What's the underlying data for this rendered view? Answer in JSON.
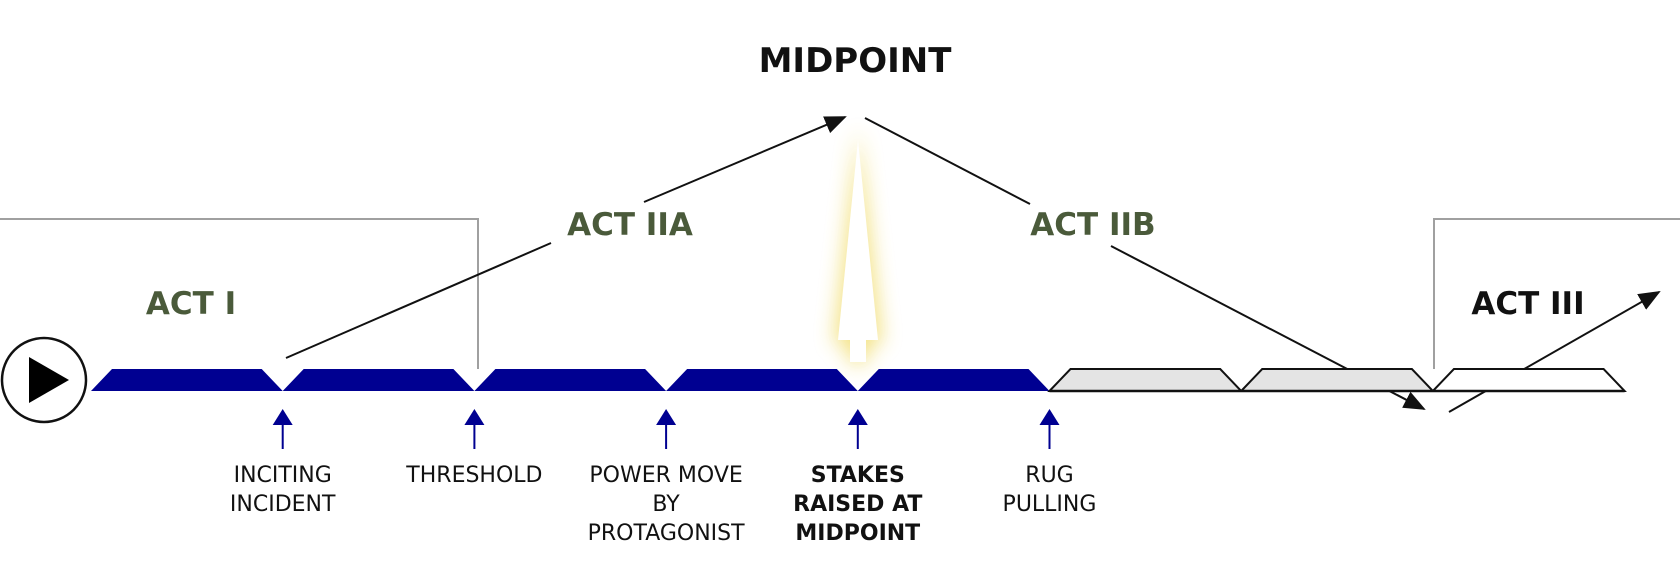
{
  "title": "MIDPOINT",
  "colors": {
    "timeline_fill": "#000091",
    "act_label": "#4a5a3a",
    "act_iii_label": "#111111",
    "future_segment_fill": "#e4e4e4",
    "bracket_line": "#a0a0a0",
    "glow": "#f3e07a",
    "text": "#111111"
  },
  "play_button": {
    "icon": "play-icon"
  },
  "acts": [
    {
      "id": "act-i",
      "label": "ACT I"
    },
    {
      "id": "act-iia",
      "label": "ACT IIA"
    },
    {
      "id": "act-iib",
      "label": "ACT IIB"
    },
    {
      "id": "act-iii",
      "label": "ACT III"
    }
  ],
  "timeline": {
    "segments": [
      {
        "state": "completed"
      },
      {
        "state": "completed"
      },
      {
        "state": "completed"
      },
      {
        "state": "completed"
      },
      {
        "state": "completed"
      },
      {
        "state": "upcoming"
      },
      {
        "state": "upcoming"
      },
      {
        "state": "final"
      }
    ]
  },
  "beats": [
    {
      "lines": [
        "INCITING",
        "INCIDENT"
      ],
      "bold": false
    },
    {
      "lines": [
        "THRESHOLD"
      ],
      "bold": false
    },
    {
      "lines": [
        "POWER MOVE",
        "BY",
        "PROTAGONIST"
      ],
      "bold": false
    },
    {
      "lines": [
        "STAKES",
        "RAISED AT",
        "MIDPOINT"
      ],
      "bold": true
    },
    {
      "lines": [
        "RUG",
        "PULLING"
      ],
      "bold": false
    }
  ]
}
